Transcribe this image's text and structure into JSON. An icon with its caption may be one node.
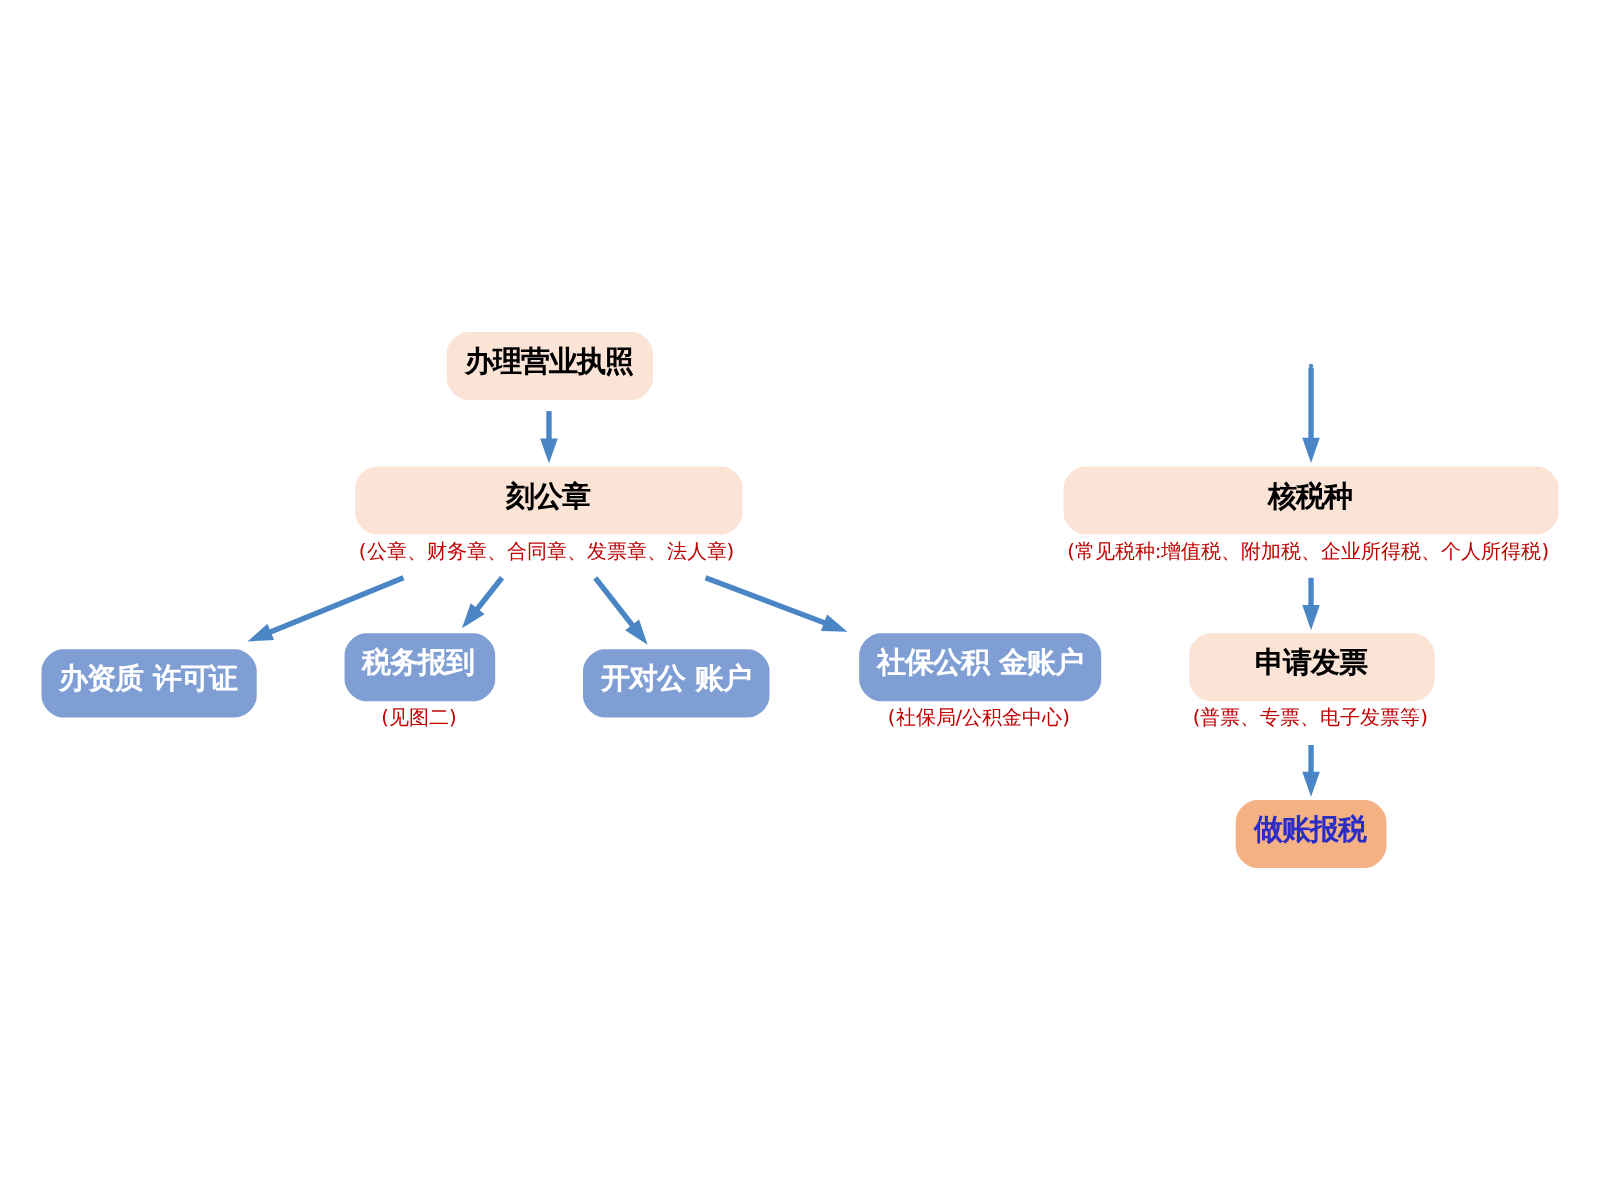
{
  "diagram": {
    "nodes": [
      {
        "text": [
          "办理营业执照"
        ]
      },
      {
        "text": [
          "刻公章"
        ],
        "beside": [
          "(公章、财务章、合同章、发票章、法人章)"
        ]
      },
      {
        "text": [
          "办资质 许可证"
        ]
      },
      {
        "text": [
          "税务报到"
        ],
        "beside": [
          "(见图二)"
        ]
      },
      {
        "text": [
          "开对公 账户"
        ]
      },
      {
        "text": [
          "社保公积 金账户"
        ],
        "beside": [
          "(社保局/公积金中心)"
        ]
      },
      {
        "text": [
          "核税种"
        ],
        "beside": [
          "(常见税种:增值税、附加税、企业所得税、个人所得税)"
        ]
      },
      {
        "text": [
          "申请发票"
        ],
        "beside": [
          "(普票、专票、电子发票等)"
        ]
      },
      {
        "text": [
          "做账报税"
        ]
      }
    ],
    "edges": [
      {
        "from": 0,
        "to": 1,
        "arrow": "to"
      },
      {
        "from": 1,
        "to": 2,
        "arrow": "to"
      },
      {
        "from": 1,
        "to": 3,
        "arrow": "to"
      },
      {
        "from": 1,
        "to": 4,
        "arrow": "to"
      },
      {
        "from": 1,
        "to": 5,
        "arrow": "to"
      },
      {
        "from": null,
        "to": 6,
        "arrow": "to"
      },
      {
        "from": 6,
        "to": 7,
        "arrow": "to"
      },
      {
        "from": 7,
        "to": 8,
        "arrow": "to"
      }
    ]
  }
}
